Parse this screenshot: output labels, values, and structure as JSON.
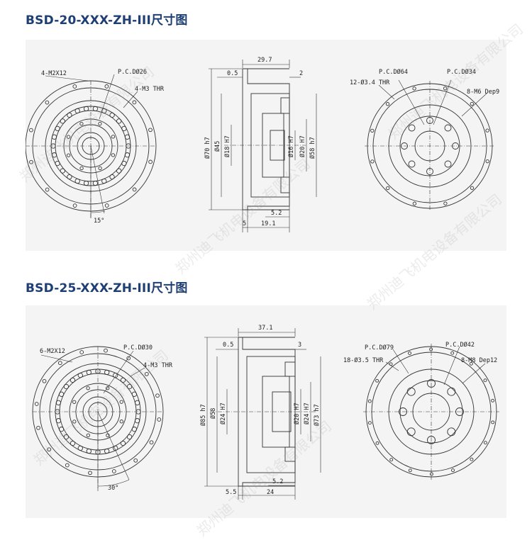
{
  "titles": {
    "t1": "BSD-20-XXX-ZH-III尺寸图",
    "t2": "BSD-25-XXX-ZH-III尺寸图"
  },
  "watermark": "郑州迪飞机电设备有限公司",
  "d1": {
    "front": {
      "holes": "4-M2X12",
      "pcd": "P.C.DØ26",
      "thr": "4-M3 THR",
      "angle": "15°"
    },
    "side": {
      "w_total": "29.7",
      "w_left": "0.5",
      "w_right": "2",
      "d1": "Ø70 h7",
      "d2": "Ø45",
      "d3": "Ø18 H7",
      "d4": "Ø16 H7",
      "d5": "Ø20 H7",
      "d6": "Ø58 h7",
      "b1": "5.2",
      "b2": "5",
      "b3": "19.1"
    },
    "back": {
      "pcd1": "P.C.DØ64",
      "pcd2": "P.C.DØ34",
      "holes": "12-Ø3.4 THR",
      "tap": "8-M6 Dep9"
    }
  },
  "d2": {
    "front": {
      "holes": "6-M2X12",
      "pcd": "P.C.DØ30",
      "thr": "4-M3 THR",
      "angle": "30°"
    },
    "side": {
      "w_total": "37.1",
      "w_left": "0.5",
      "w_right": "3",
      "d1": "Ø85 h7",
      "d2": "Ø58",
      "d3": "Ø24 H7",
      "d4": "Ø20 H7",
      "d5": "Ø24 H7",
      "d6": "Ø73 h7",
      "b1": "5.2",
      "b2": "5.5",
      "b3": "24"
    },
    "back": {
      "pcd1": "P.C.DØ79",
      "pcd2": "P.C.DØ42",
      "holes": "18-Ø3.5 THR",
      "tap": "8-M8 Dep12"
    }
  }
}
